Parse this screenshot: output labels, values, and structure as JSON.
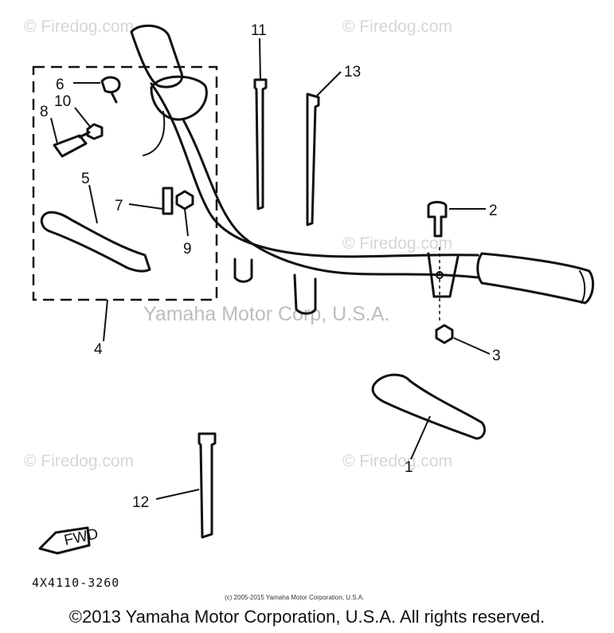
{
  "watermarks": {
    "site": "© Firedog.com",
    "publisher": "Yamaha Motor Corp, U.S.A."
  },
  "callouts": {
    "c1": "1",
    "c2": "2",
    "c3": "3",
    "c4": "4",
    "c5": "5",
    "c6": "6",
    "c7": "7",
    "c8": "8",
    "c9": "9",
    "c10": "10",
    "c11": "11",
    "c12": "12",
    "c13": "13"
  },
  "fwd_label": "FWD",
  "diagram_code": "4X4110-3260",
  "small_copyright": "(c) 2005-2015 Yamaha Motor Corporation, U.S.A.",
  "footer_copyright": "©2013 Yamaha Motor Corporation, U.S.A. All rights reserved."
}
